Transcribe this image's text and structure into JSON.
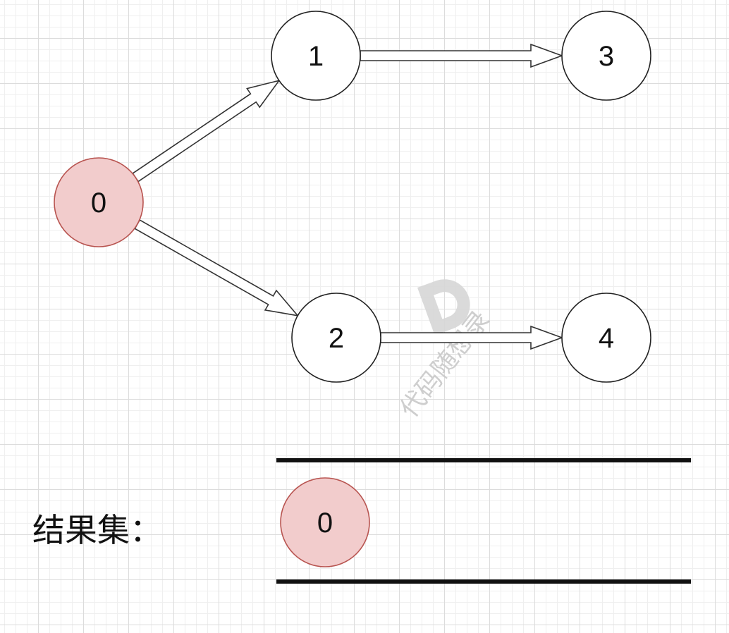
{
  "colors": {
    "visited_fill": "#f2cccc",
    "visited_stroke": "#b85450",
    "node_fill": "#ffffff",
    "node_stroke": "#222222"
  },
  "nodes": [
    {
      "id": "0",
      "label": "0",
      "visited": true
    },
    {
      "id": "1",
      "label": "1",
      "visited": false
    },
    {
      "id": "2",
      "label": "2",
      "visited": false
    },
    {
      "id": "3",
      "label": "3",
      "visited": false
    },
    {
      "id": "4",
      "label": "4",
      "visited": false
    }
  ],
  "edges": [
    {
      "from": "0",
      "to": "1"
    },
    {
      "from": "0",
      "to": "2"
    },
    {
      "from": "1",
      "to": "3"
    },
    {
      "from": "2",
      "to": "4"
    }
  ],
  "result": {
    "title": "结果集：",
    "items": [
      "0"
    ]
  },
  "watermark": {
    "text": "代码随想录",
    "icon": "code-logo-icon"
  }
}
